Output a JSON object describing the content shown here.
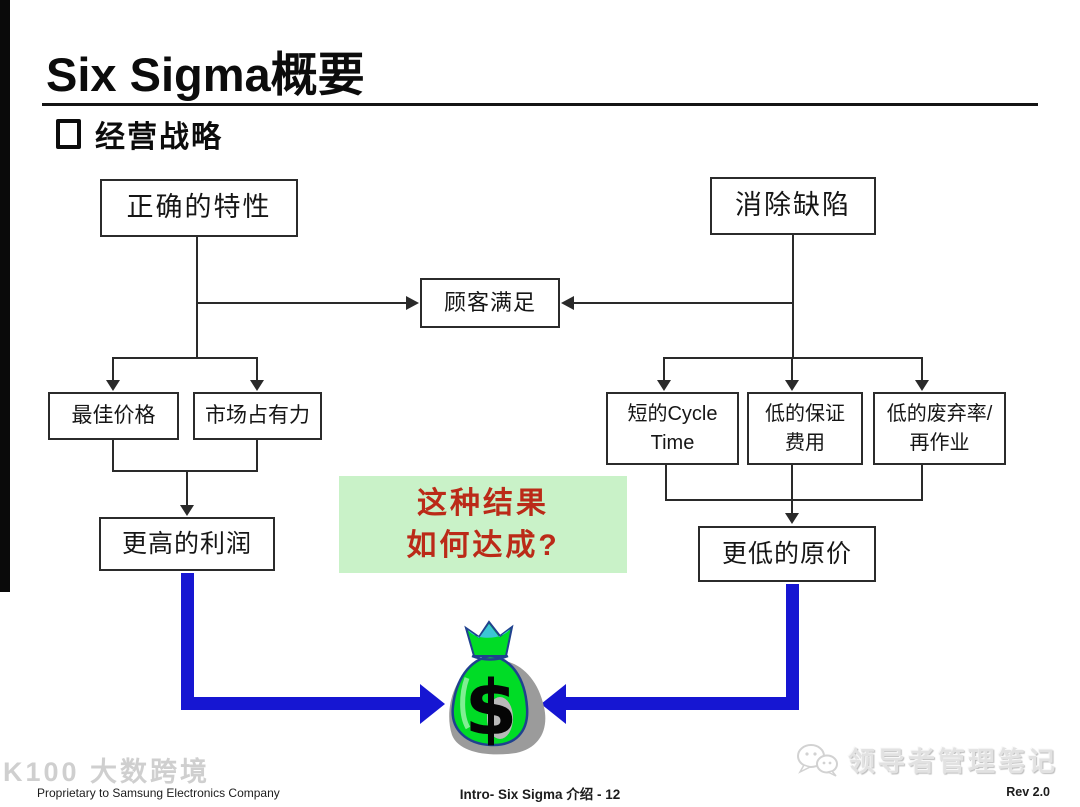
{
  "title": "Six Sigma概要",
  "section": {
    "heading": "经营战略"
  },
  "diagram": {
    "boxes": {
      "correct_characteristics": "正确的特性",
      "eliminate_defects": "消除缺陷",
      "customer_satisfaction": "顾客满足",
      "best_price": "最佳价格",
      "market_share": "市场占有力",
      "higher_profit": "更高的利润",
      "short_cycle_time_line1": "短的Cycle",
      "short_cycle_time_line2": "Time",
      "low_warranty_line1": "低的保证",
      "low_warranty_line2": "费用",
      "low_scrap_line1": "低的废弃率/",
      "low_scrap_line2": "再作业",
      "lower_cost": "更低的原价"
    },
    "highlight": {
      "line1": "这种结果",
      "line2": "如何达成?"
    },
    "money_bag": {
      "dollar_sign": "$"
    }
  },
  "footer": {
    "left": "Proprietary to Samsung Electronics Company",
    "center": "Intro- Six Sigma 介绍 - 12",
    "right": "Rev 2.0"
  },
  "watermarks": {
    "bottom_left": "K100 大数跨境",
    "bottom_right": "领导者管理笔记"
  },
  "theme": {
    "accent_blue": "#1616d2",
    "highlight_bg": "#c9f2c8",
    "highlight_text": "#bb2a18",
    "line_color": "#2a2a2a",
    "bag_green": "#00dc26",
    "bag_gray": "#9b9b9b",
    "bag_cyan": "#3cc5d6",
    "bag_outline": "#20418f"
  }
}
